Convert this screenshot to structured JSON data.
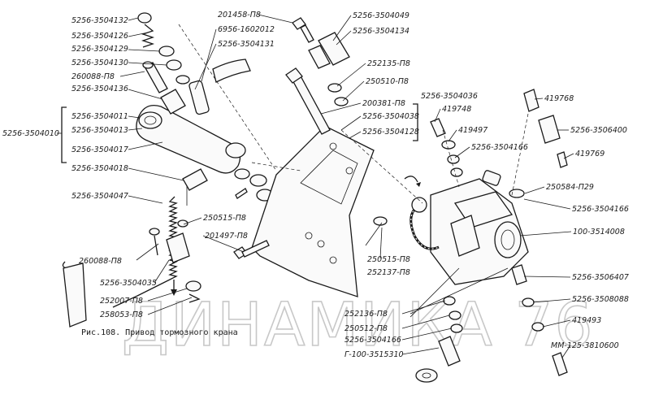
{
  "watermark": "ДИНАМИКА 76",
  "caption": "Рис.108. Привод тормозного крана",
  "group_label": "5256-3504010",
  "labels": {
    "l1": "5256-3504132",
    "l2": "5256-3504126",
    "l3": "5256-3504129",
    "l4": "5256-3504130",
    "l5": "260088-П8",
    "l6": "5256-3504136",
    "l7": "5256-3504011",
    "l8": "5256-3504013",
    "l9": "5256-3504017",
    "l10": "5256-3504018",
    "l11": "5256-3504047",
    "l12": "260088-П8",
    "l13": "5256-3504035",
    "l14": "252007-П8",
    "l15": "258053-П8",
    "l16": "201458-П8",
    "l17": "6956-1602012",
    "l18": "5256-3504131",
    "l19": "250515-П8",
    "l20": "201497-П8",
    "l21": "5256-3504049",
    "l22": "5256-3504134",
    "l23": "252135-П8",
    "l24": "250510-П8",
    "l25": "200381-П8",
    "l26": "5256-3504038",
    "l27": "5256-3504128",
    "l28": "250515-П8",
    "l29": "252137-П8",
    "l30": "5256-3504036",
    "l31": "419748",
    "l32": "419497",
    "l33": "5256-3504166",
    "l34": "419768",
    "l35": "5256-3506400",
    "l36": "419769",
    "l37": "250584-П29",
    "l38": "5256-3504166",
    "l39": "100-3514008",
    "l40": "5256-3506407",
    "l41": "5256-3508088",
    "l42": "419493",
    "l43": "ММ-125-3810600",
    "l44": "252136-П8",
    "l45": "250512-П8",
    "l46": "5256-3504166",
    "l47": "Г-100-3515310"
  }
}
